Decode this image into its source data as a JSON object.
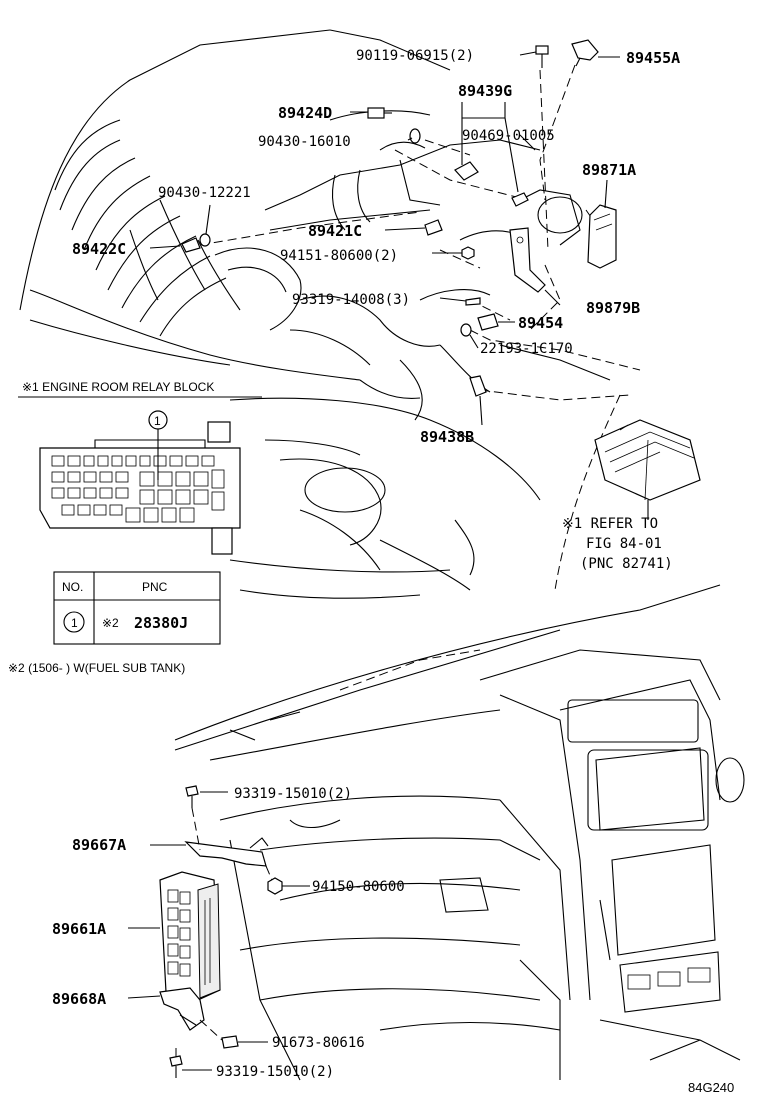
{
  "parts": {
    "p_90119_06915": "90119-06915(2)",
    "p_89455A": "89455A",
    "p_89439G": "89439G",
    "p_89424D": "89424D",
    "p_90430_16010": "90430-16010",
    "p_90469_01005": "90469-01005",
    "p_89871A": "89871A",
    "p_90430_12221": "90430-12221",
    "p_89422C": "89422C",
    "p_89421C": "89421C",
    "p_94151_80600": "94151-80600(2)",
    "p_93319_14008": "93319-14008(3)",
    "p_89879B": "89879B",
    "p_89454": "89454",
    "p_22193_1C170": "22193-1C170",
    "p_89438B": "89438B",
    "p_93319_15010_top": "93319-15010(2)",
    "p_89667A": "89667A",
    "p_94150_80600": "94150-80600",
    "p_89661A": "89661A",
    "p_89668A": "89668A",
    "p_91673_80616": "91673-80616",
    "p_93319_15010_bot": "93319-15010(2)"
  },
  "relay_block": {
    "title": "※1 ENGINE ROOM RELAY BLOCK",
    "callout": "1"
  },
  "pnc_table": {
    "col_no": "NO.",
    "col_pnc": "PNC",
    "row_no": "1",
    "row_mark": "※2",
    "row_pnc": "28380J"
  },
  "footnote": "※2 (1506-      ) W(FUEL SUB TANK)",
  "refer": {
    "line1": "※1 REFER TO",
    "line2": "FIG 84-01",
    "line3": "(PNC 82741)"
  },
  "figure_code": "84G240"
}
